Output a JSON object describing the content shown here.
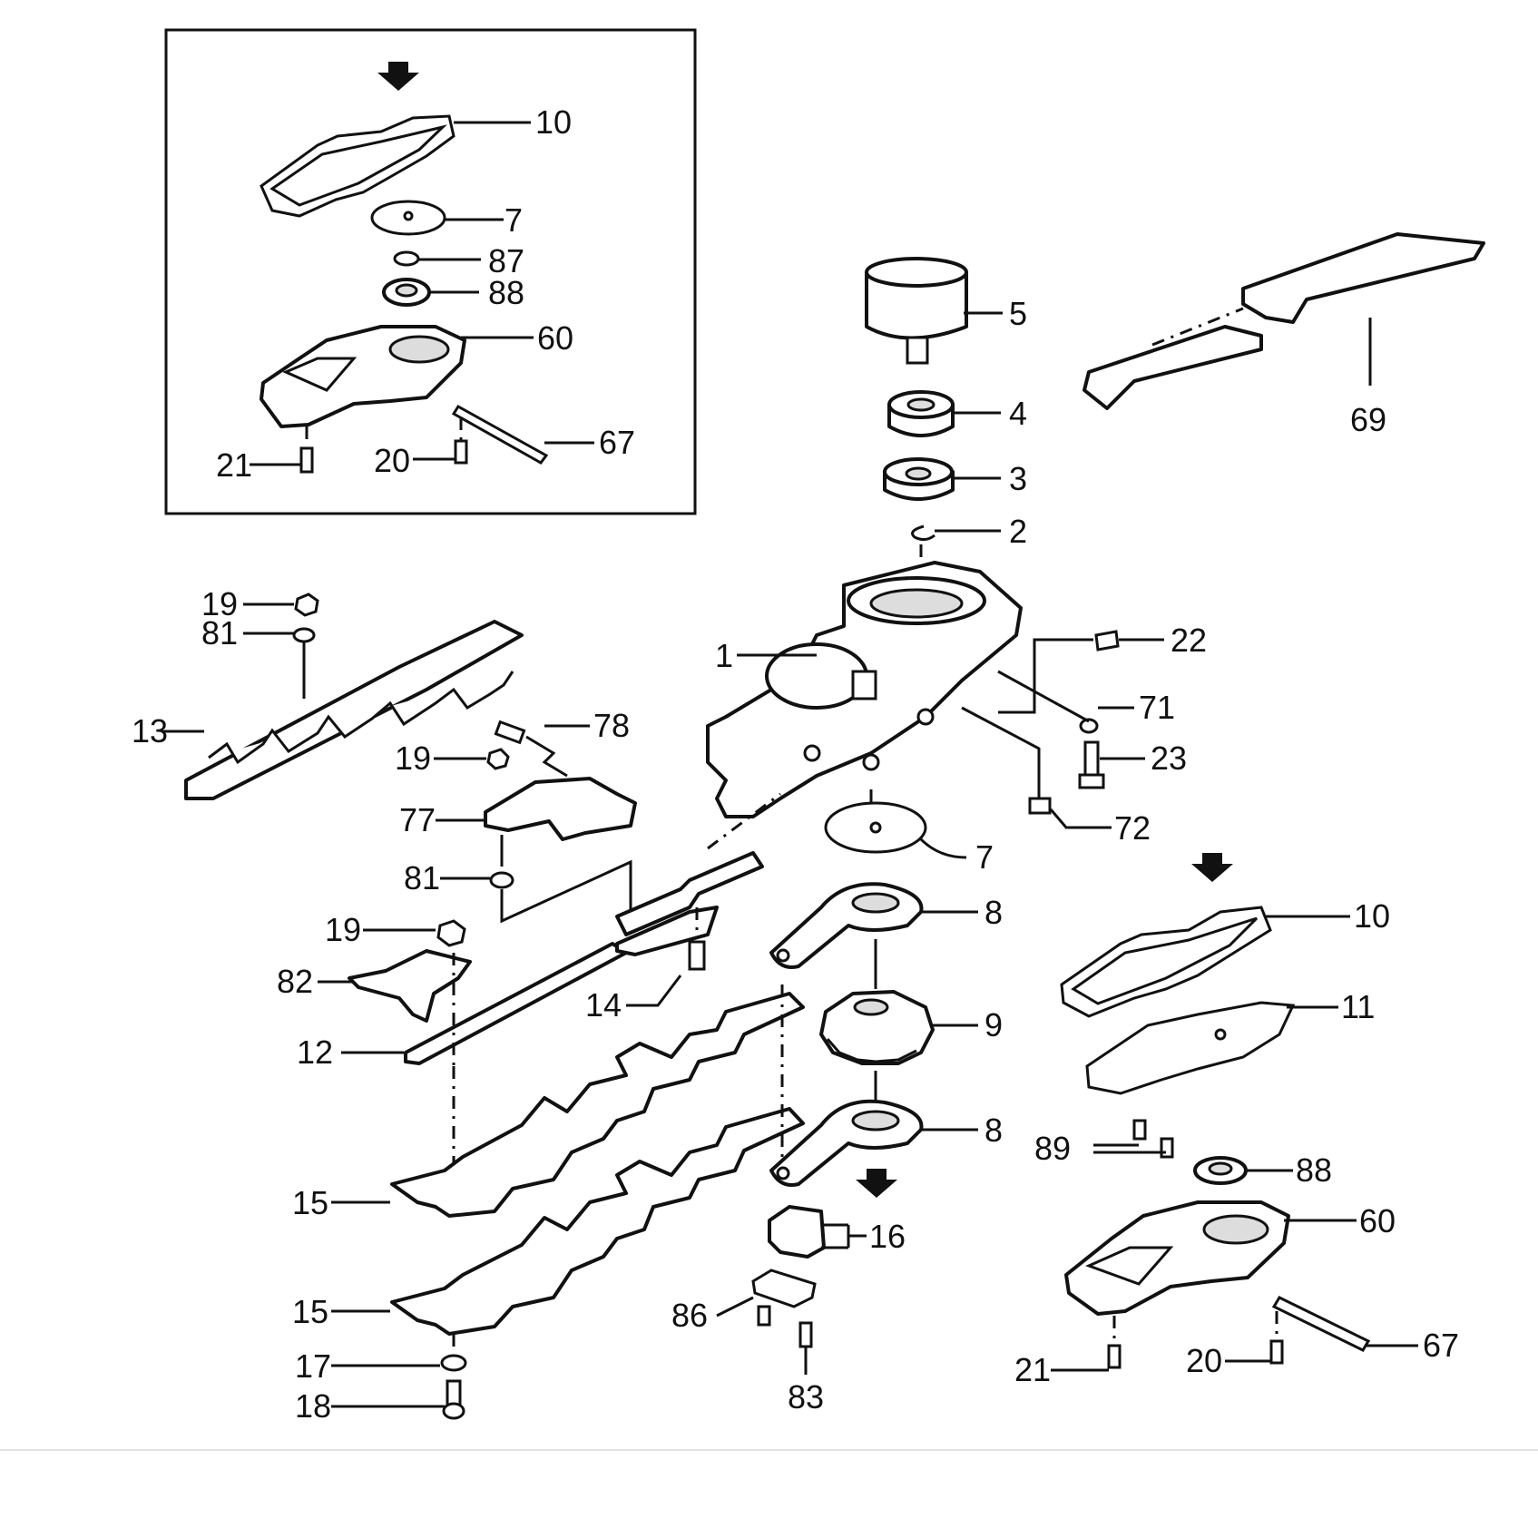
{
  "labels": {
    "inset_10": "10",
    "inset_7": "7",
    "inset_87": "87",
    "inset_88": "88",
    "inset_60": "60",
    "inset_21": "21",
    "inset_20": "20",
    "inset_67": "67",
    "p5": "5",
    "p4": "4",
    "p3": "3",
    "p2": "2",
    "p1": "1",
    "p22": "22",
    "p71": "71",
    "p23": "23",
    "p72": "72",
    "p7": "7",
    "p69": "69",
    "p19a": "19",
    "p81a": "81",
    "p13": "13",
    "p78": "78",
    "p19b": "19",
    "p77": "77",
    "p81b": "81",
    "p19c": "19",
    "p82": "82",
    "p12": "12",
    "p14": "14",
    "p8a": "8",
    "p9": "9",
    "p8b": "8",
    "p15a": "15",
    "p15b": "15",
    "p17": "17",
    "p18": "18",
    "p16": "16",
    "p86": "86",
    "p83": "83",
    "p10": "10",
    "p11": "11",
    "p89": "89",
    "p88": "88",
    "p60": "60",
    "p21": "21",
    "p20": "20",
    "p67": "67"
  }
}
